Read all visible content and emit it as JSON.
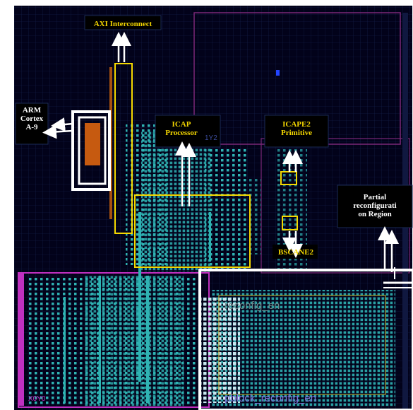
{
  "labels": {
    "axi": "AXI Interconnect",
    "arm": "ARM\nCortex\nA-9",
    "icap_processor": "ICAP\nProcessor",
    "icape2": "ICAPE2\nPrimitive",
    "bscane2": "BSCANE2",
    "partial": "Partial\nreconfigurati\non Region",
    "reconfig_en": "reconfig_en",
    "pblock": "pblock_reconfig_en",
    "x0y0": "X0Y0",
    "x1y2": "1Y2"
  },
  "colors": {
    "background": "#02021a",
    "grid": "#1a2a55",
    "cell": "#2fb3b3",
    "highlight": "#f5d800",
    "magenta": "#c030c0",
    "pink_band": "#7a2878",
    "arm_block": "#c65a10",
    "arrow": "#ffffff",
    "pblock_text": "#6a5acd"
  }
}
